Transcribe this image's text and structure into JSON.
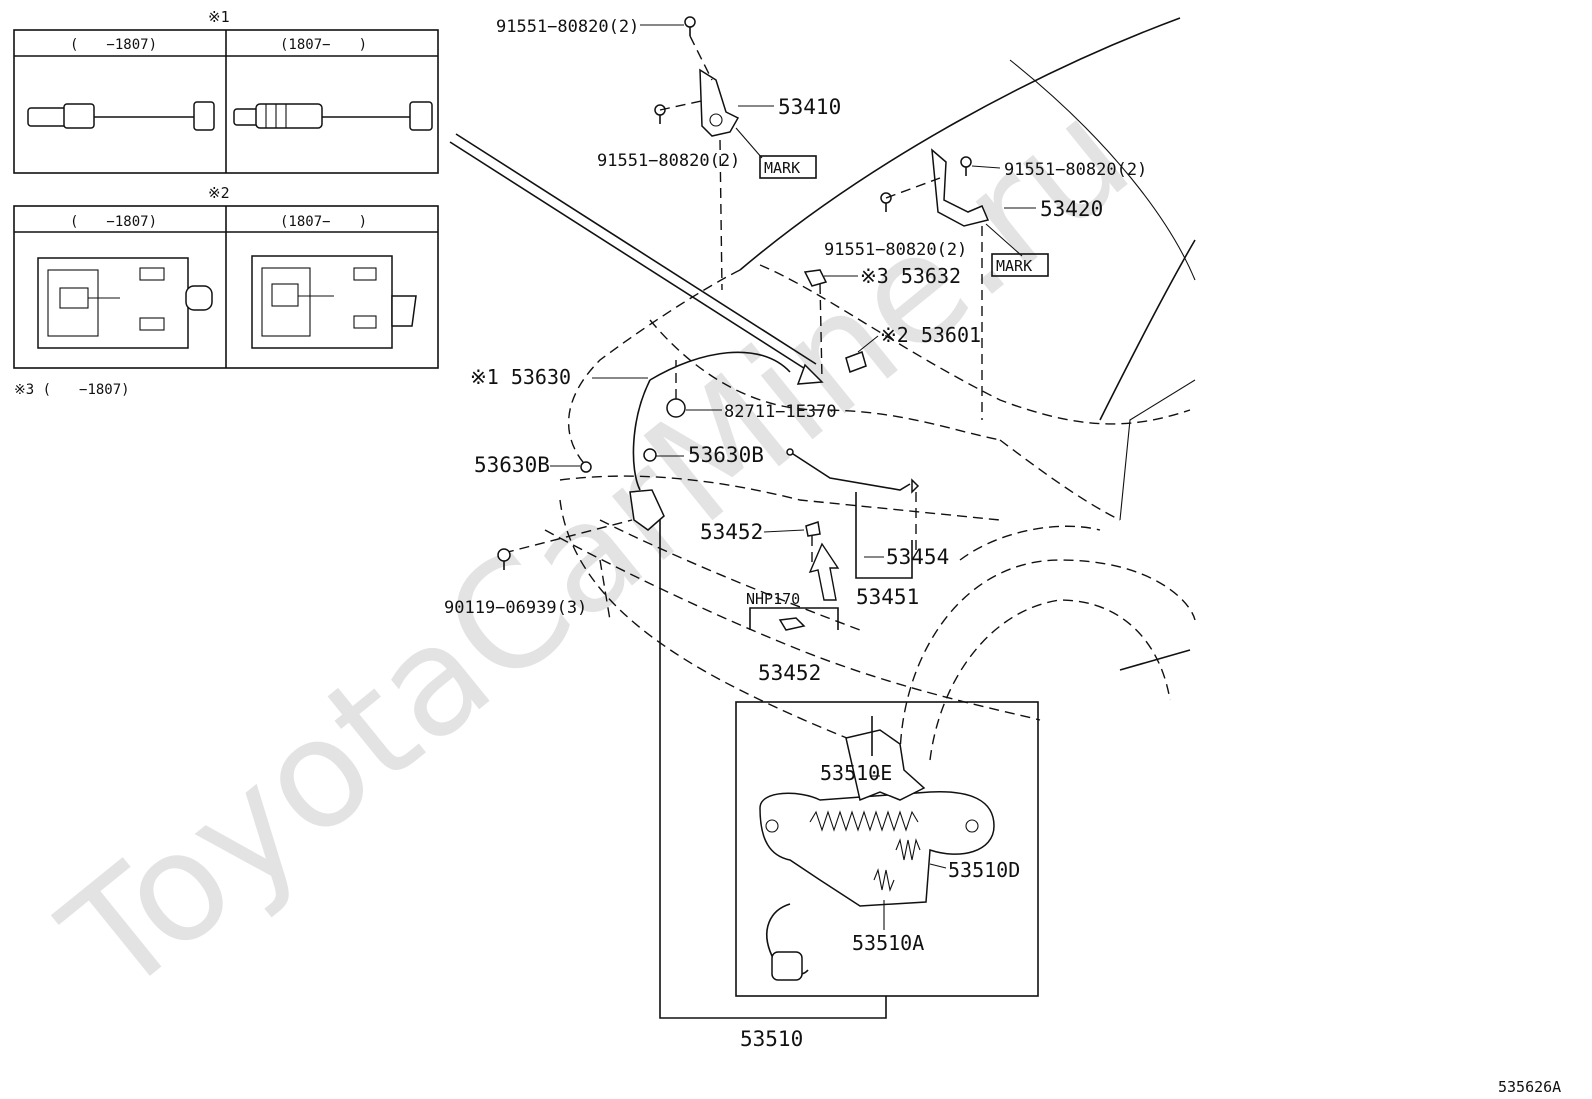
{
  "diagram_id": "535626A",
  "watermark": "ToyotaCarMine.ru",
  "insets": {
    "note1": {
      "mark": "※1",
      "col_left": "(　　−1807)",
      "col_right": "(1807−　　)"
    },
    "note2": {
      "mark": "※2",
      "col_left": "(　　−1807)",
      "col_right": "(1807−　　)"
    },
    "note3": "※3 (　　−1807)"
  },
  "callouts": {
    "bolt_top_1": "91551−80820(2)",
    "bolt_top_2": "91551−80820(2)",
    "bolt_right_1": "91551−80820(2)",
    "bolt_right_2": "91551−80820(2)",
    "hinge_left": "53410",
    "hinge_right": "53420",
    "mark_left": "MARK",
    "mark_right": "MARK",
    "support_rod_holder": "※3 53632",
    "hood_lock_switch": "※2 53601",
    "release_cable": "※1 53630",
    "clip_82711": "82711−1E370",
    "clamp_right": "53630B",
    "clamp_left": "53630B",
    "support_clip_1": "53452",
    "support_rod": "53454",
    "support_rod_assy": "53451",
    "variant_label": "NHP170",
    "support_clip_2": "53452",
    "lock_bolts": "90119−06939(3)",
    "lock_e": "53510E",
    "lock_d": "53510D",
    "lock_a": "53510A",
    "hood_lock_assy": "53510"
  }
}
